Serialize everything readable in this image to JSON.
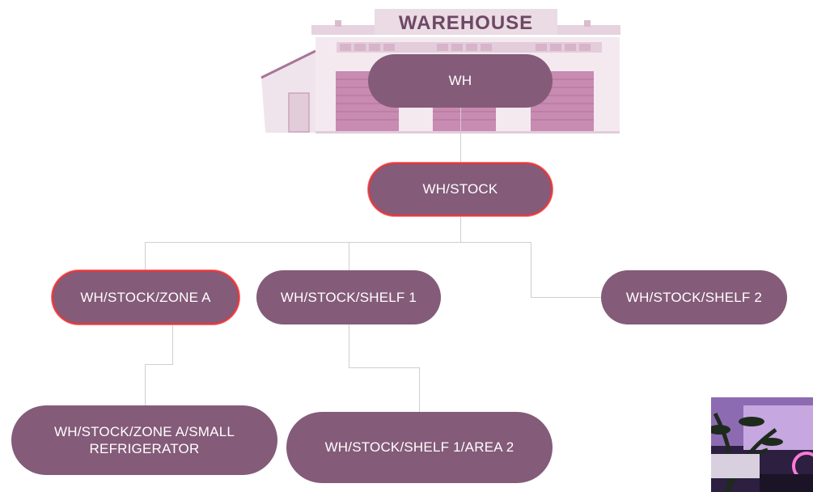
{
  "illustration": {
    "sign_text": "WAREHOUSE",
    "colors": {
      "light": "#ecdde7",
      "mid": "#d9b8cc",
      "door": "#bd7aa5",
      "dark": "#8e6583"
    }
  },
  "nodes": {
    "wh": "WH",
    "stock": "WH/STOCK",
    "zone_a": "WH/STOCK/ZONE A",
    "shelf1": "WH/STOCK/SHELF 1",
    "shelf2": "WH/STOCK/SHELF 2",
    "fridge": "WH/STOCK/ZONE A/SMALL REFRIGERATOR",
    "area2": "WH/STOCK/SHELF 1/AREA 2"
  },
  "selected_nodes": [
    "stock",
    "zone_a"
  ],
  "colors": {
    "node": "#845b79",
    "selected_border": "#e0393f",
    "connector": "#cfcfcf",
    "text": "#ffffff"
  }
}
